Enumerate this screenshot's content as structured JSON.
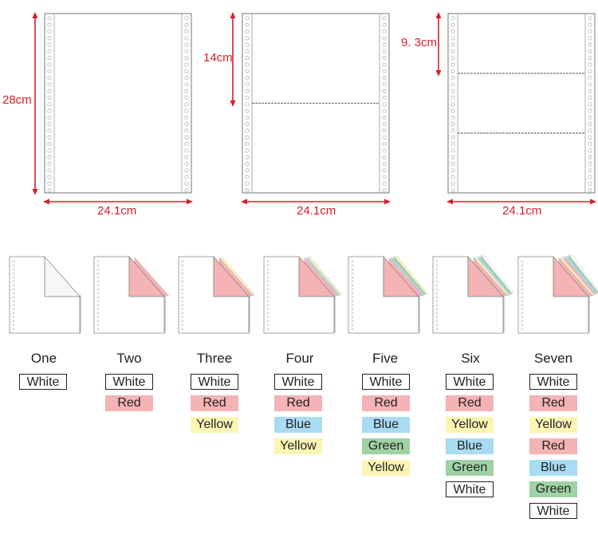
{
  "formats": [
    {
      "height_label": "28cm",
      "width_label": "24.1cm",
      "parts": 1
    },
    {
      "height_label": "14cm",
      "width_label": "24.1cm",
      "parts": 2
    },
    {
      "height_label": "9. 3cm",
      "width_label": "24.1cm",
      "parts": 3
    }
  ],
  "plies": [
    {
      "name": "One",
      "sheets": [
        "White"
      ]
    },
    {
      "name": "Two",
      "sheets": [
        "White",
        "Red"
      ]
    },
    {
      "name": "Three",
      "sheets": [
        "White",
        "Red",
        "Yellow"
      ]
    },
    {
      "name": "Four",
      "sheets": [
        "White",
        "Red",
        "Blue",
        "Yellow"
      ]
    },
    {
      "name": "Five",
      "sheets": [
        "White",
        "Red",
        "Blue",
        "Green",
        "Yellow"
      ]
    },
    {
      "name": "Six",
      "sheets": [
        "White",
        "Red",
        "Yellow",
        "Blue",
        "Green",
        "White"
      ]
    },
    {
      "name": "Seven",
      "sheets": [
        "White",
        "Red",
        "Yellow",
        "Red",
        "Blue",
        "Green",
        "White"
      ]
    }
  ],
  "colors": {
    "arrow": "#d4202a",
    "White": "#ffffff",
    "Red": "#f4b3b4",
    "Yellow": "#fdf5b4",
    "Blue": "#a9dbf3",
    "Green": "#9fd2a5"
  }
}
